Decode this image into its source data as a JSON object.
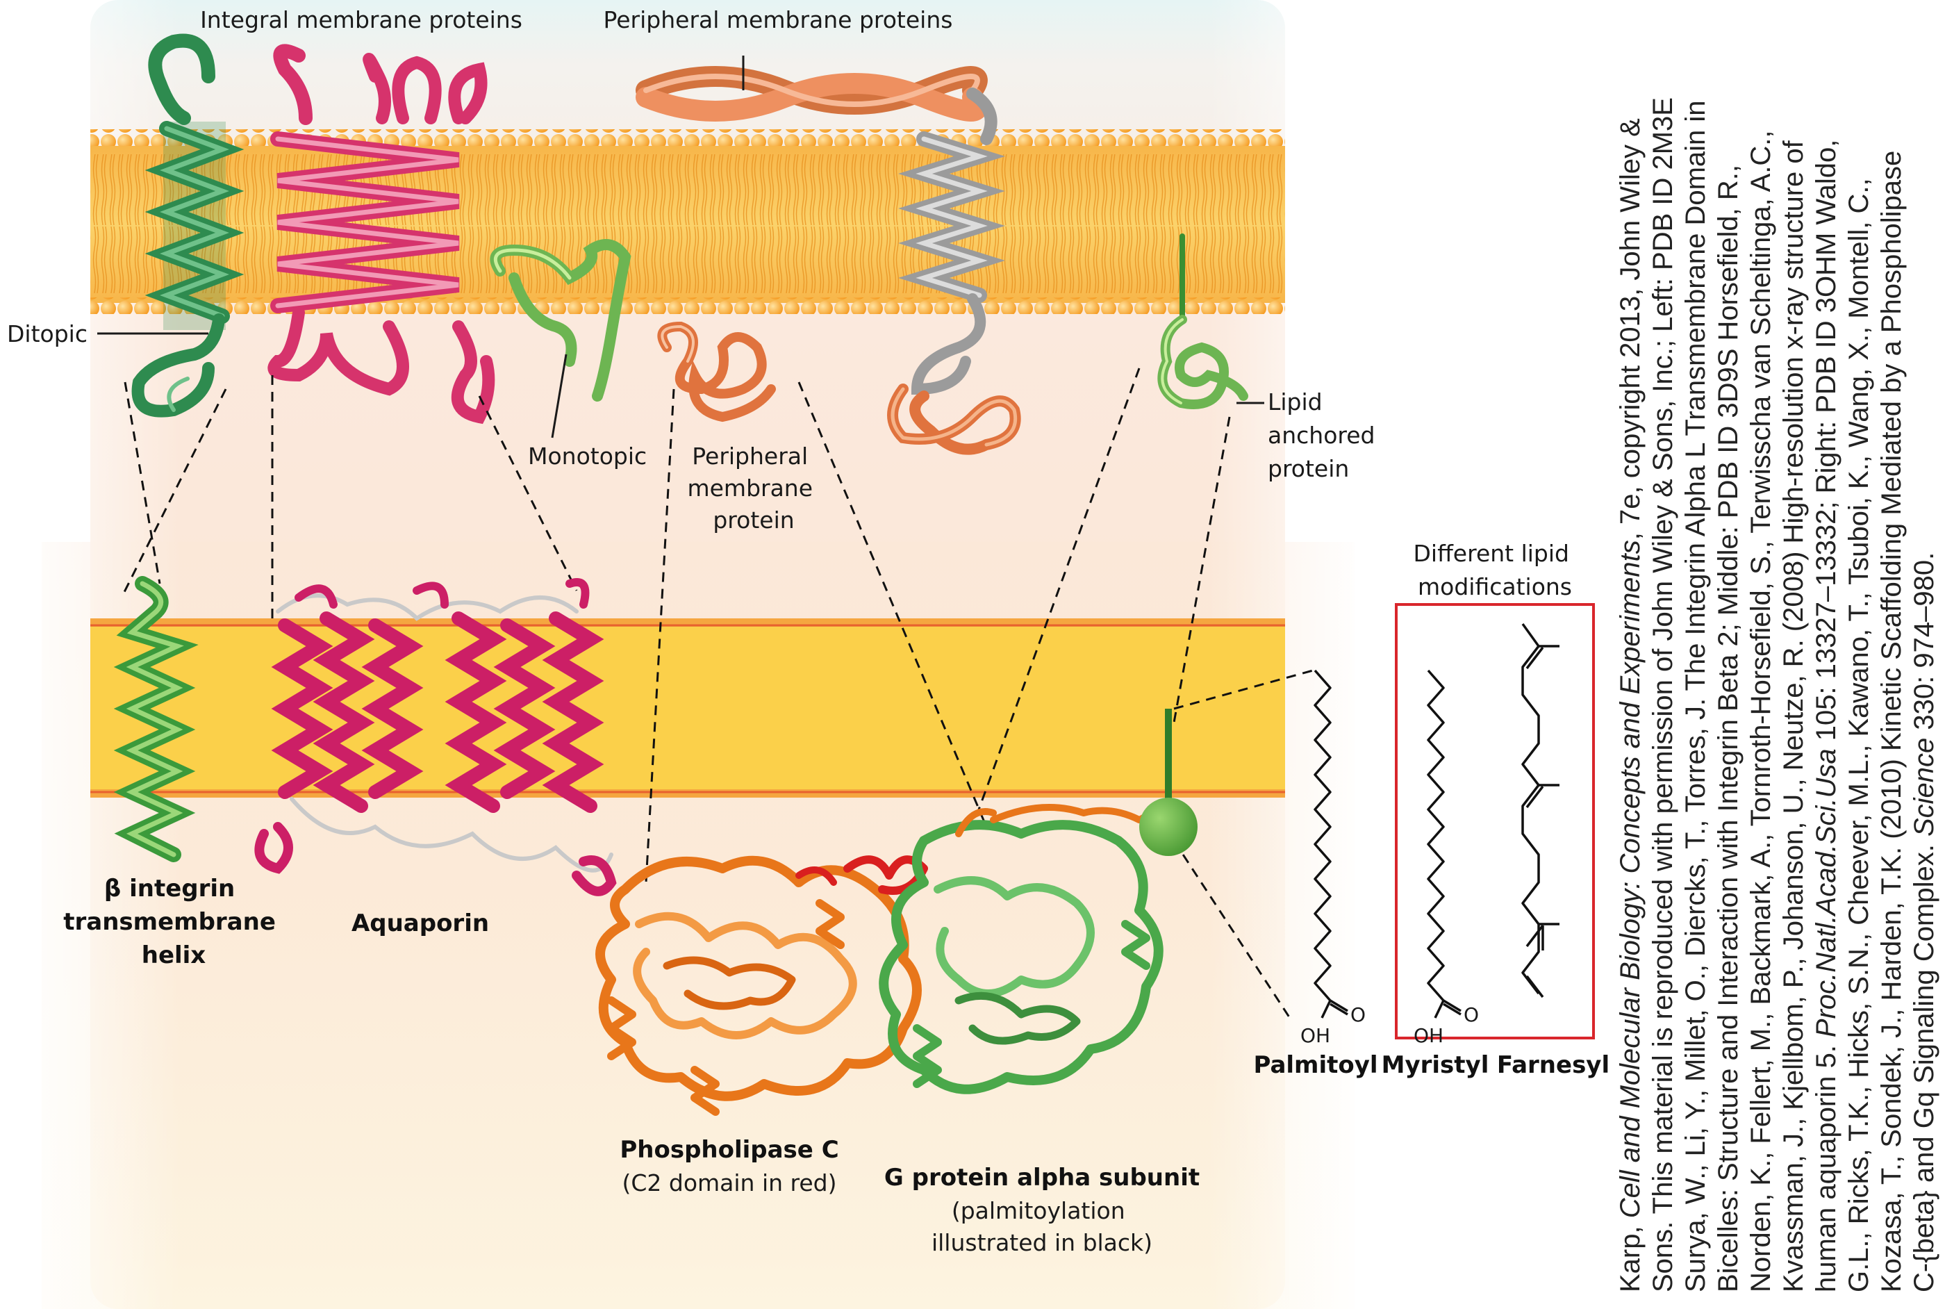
{
  "labels": {
    "integral_membrane_proteins": "Integral membrane proteins",
    "peripheral_membrane_proteins": "Peripheral membrane proteins",
    "ditopic": "Ditopic",
    "monotopic": "Monotopic",
    "peripheral_membrane_protein": [
      "Peripheral",
      "membrane",
      "protein"
    ],
    "lipid_anchored_protein": [
      "Lipid",
      "anchored",
      "protein"
    ],
    "different_lipid_modifications": [
      "Different lipid",
      "modifications"
    ],
    "beta_integrin": [
      "β integrin",
      "transmembrane",
      "helix"
    ],
    "aquaporin": "Aquaporin",
    "phospholipase_c": "Phospholipase C",
    "c2_domain_note": "(C2 domain in red)",
    "g_protein_alpha": "G protein alpha subunit",
    "palmitoylation_note": [
      "(palmitoylation",
      "illustrated in black)"
    ],
    "palmitoyl": "Palmitoyl",
    "myristyl": "Myristyl",
    "farnesyl": "Farnesyl",
    "atom_o": "O",
    "atom_oh": "OH"
  },
  "credit_lines": [
    "Karp, Cell and Molecular Biology: Concepts and Experiments, 7e, copyright 2013, John Wiley &",
    "Sons. This material is reproduced with permission of John Wiley & Sons, Inc.; Left: PDB ID 2M3E",
    "Surya, W., Li, Y., Millet, O., Diercks, T., Torres, J. The Integrin Alpha L Transmembrane Domain in",
    "Bicelles: Structure and Interaction with Integrin Beta 2; Middle: PDB ID 3D9S Horsefield, R.,",
    "Norden, K., Fellert, M., Backmark, A., Tornroth-Horsefield, S., Terwisscha van Scheltinga, A.C.,",
    "Kvassman, J., Kjellbom, P., Johanson, U., Neutze, R. (2008) High-resolution x-ray structure of",
    "human aquaporin 5. Proc.Natl.Acad.Sci.Usa 105: 13327–13332; Right: PDB ID 3OHM Waldo,",
    "G.L., Ricks, T.K., Hicks, S.N., Cheever, M.L., Kawano, T., Tsuboi, K., Wang, X., Montell, C.,",
    "Kozasa, T., Sondek, J., Harden, T.K. (2010) Kinetic Scaffolding Mediated by a Phospholipase",
    "C-{beta} and Gq Signaling Complex. Science 330: 974–980."
  ],
  "colors": {
    "membrane_orange": "#f6a623",
    "membrane_yellow": "#fbd44a",
    "integrin_green": "#2e8b4f",
    "aquaporin_pink": "#d6336c",
    "peripheral_salmon": "#ee9060",
    "lipid_anchor_green": "#8fd16a",
    "plc_orange": "#f08a24",
    "gprotein_green": "#4aa84a",
    "box_red": "#d9262c"
  }
}
